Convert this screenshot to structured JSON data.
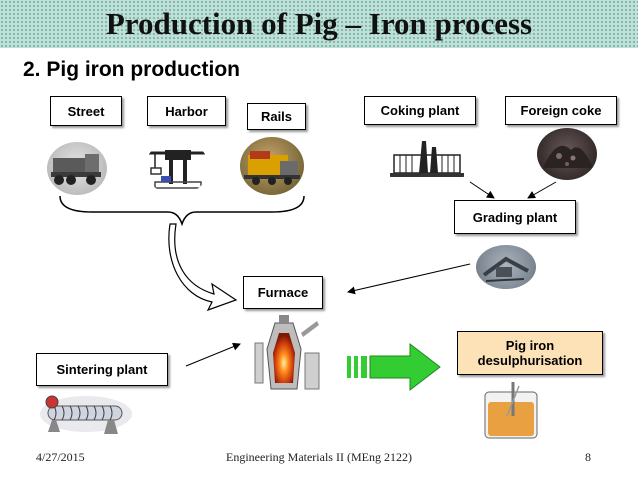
{
  "title": "Production of Pig – Iron process",
  "subtitle": "2.  Pig iron production",
  "boxes": {
    "street": "Street",
    "harbor": "Harbor",
    "rails": "Rails",
    "coking_plant": "Coking plant",
    "foreign_coke": "Foreign coke",
    "grading_plant": "Grading plant",
    "furnace": "Furnace",
    "sintering_plant": "Sintering plant",
    "desulph_line1": "Pig iron",
    "desulph_line2": "desulphurisation"
  },
  "footer": {
    "date": "4/27/2015",
    "course": "Engineering Materials II (MEng 2122)",
    "page": "8"
  },
  "colors": {
    "title_bg": "#bfe0d8",
    "arrow_green": "#33cc33",
    "desulph_box": "#fde2b8"
  }
}
